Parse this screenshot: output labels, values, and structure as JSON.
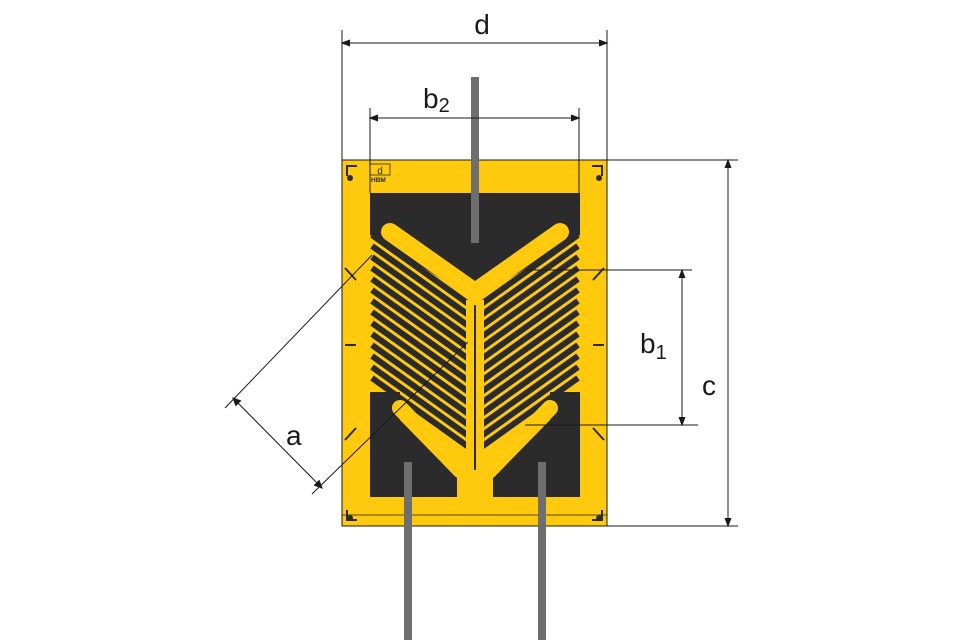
{
  "colors": {
    "carrier": "#FFC90E",
    "grid": "#2b2b2b",
    "lead": "#6e6e6e",
    "line": "#1a1a1a",
    "background": "#ffffff"
  },
  "labels": {
    "d": "d",
    "b2_base": "b",
    "b2_sub": "2",
    "b1_base": "b",
    "b1_sub": "1",
    "c": "c",
    "a": "a",
    "logo_text": "HBM",
    "logo_mark": "d"
  }
}
